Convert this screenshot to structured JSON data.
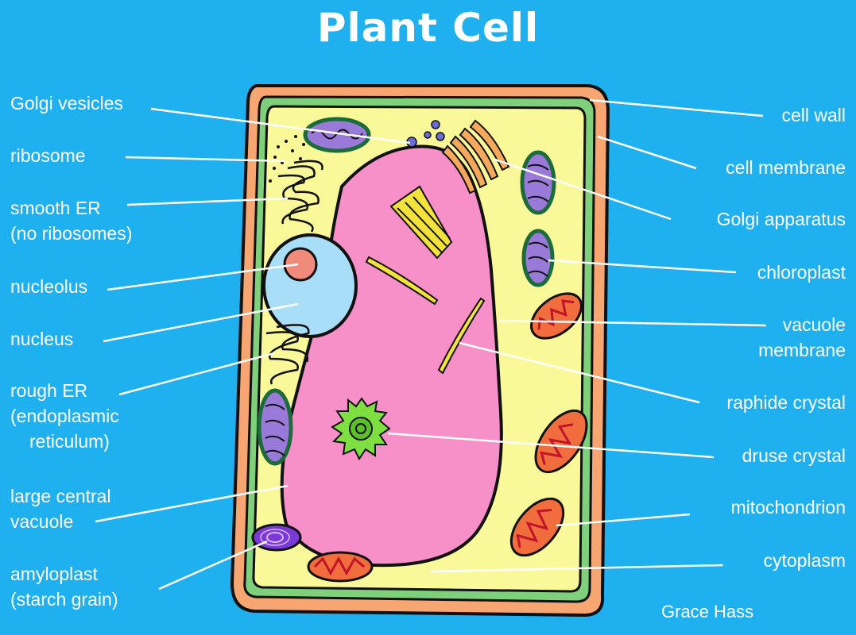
{
  "title": "Plant Cell",
  "credit": "Grace Hass",
  "colors": {
    "background": "#1fb0ef",
    "cell_wall": "#f7a571",
    "cell_membrane": "#7fd07a",
    "cytoplasm": "#f9f99a",
    "vacuole": "#f78fc8",
    "nucleus": "#a9def8",
    "nucleolus": "#f08a7a",
    "chloroplast": "#9a7ad8",
    "mitochondrion": "#f26d3d",
    "amyloplast": "#7b3ad8",
    "druse_crystal": "#7ee040",
    "raphide_crystal": "#f2e23a",
    "golgi_vesicles": "#6b6bd8"
  },
  "labels_left": {
    "golgi_vesicles": [
      "Golgi vesicles"
    ],
    "ribosome": [
      "ribosome"
    ],
    "smooth_er": [
      "smooth ER",
      "(no ribosomes)"
    ],
    "nucleolus": [
      "nucleolus"
    ],
    "nucleus": [
      "nucleus"
    ],
    "rough_er": [
      "rough ER",
      "(endoplasmic",
      "reticulum)"
    ],
    "large_central_vacuole": [
      "large central",
      "vacuole"
    ],
    "amyloplast": [
      "amyloplast",
      "(starch grain)"
    ]
  },
  "labels_right": {
    "cell_wall": [
      "cell wall"
    ],
    "cell_membrane": [
      "cell membrane"
    ],
    "golgi_apparatus": [
      "Golgi apparatus"
    ],
    "chloroplast": [
      "chloroplast"
    ],
    "vacuole_membrane": [
      "vacuole",
      "membrane"
    ],
    "raphide_crystal": [
      "raphide crystal"
    ],
    "druse_crystal": [
      "druse crystal"
    ],
    "mitochondrion": [
      "mitochondrion"
    ],
    "cytoplasm": [
      "cytoplasm"
    ]
  }
}
